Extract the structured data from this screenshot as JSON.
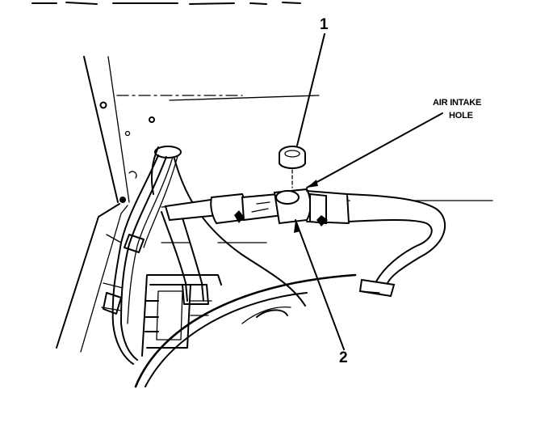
{
  "callouts": {
    "part_1": "1",
    "part_2": "2",
    "air_intake_line1": "AIR INTAKE",
    "air_intake_line2": "HOLE"
  }
}
